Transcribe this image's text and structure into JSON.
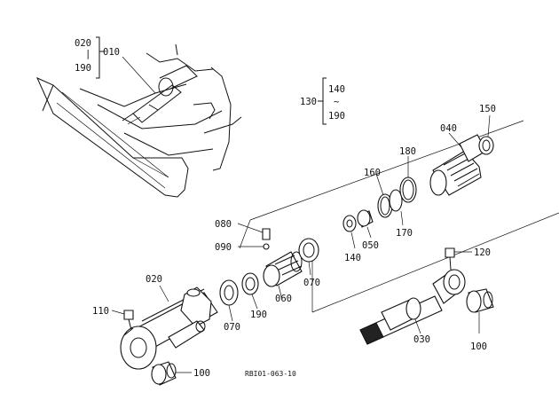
{
  "diagram": {
    "code": "RBI01-063-10",
    "labels": {
      "l020top": "020",
      "l190top": "190",
      "l010": "010",
      "l130": "130",
      "l140r": "140",
      "ltilde": "~",
      "l190r": "190",
      "l150": "150",
      "l040": "040",
      "l180": "180",
      "l160": "160",
      "l080": "080",
      "l090": "090",
      "l140b": "140",
      "l050": "050",
      "l170": "170",
      "l120": "120",
      "l020": "020",
      "l110": "110",
      "l070a": "070",
      "l190b": "190",
      "l060": "060",
      "l070b": "070",
      "l030": "030",
      "l100a": "100",
      "l100b": "100"
    }
  }
}
